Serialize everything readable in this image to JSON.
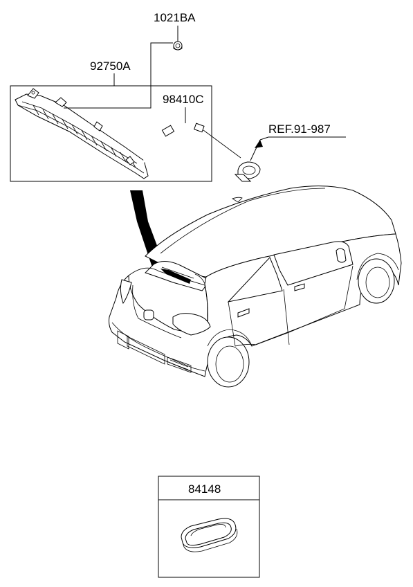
{
  "parts": {
    "bolt_label": "1021BA",
    "lamp_label": "92750A",
    "harness_label": "98410C",
    "ref_label": "REF.91-987",
    "grommet_label": "84148"
  }
}
